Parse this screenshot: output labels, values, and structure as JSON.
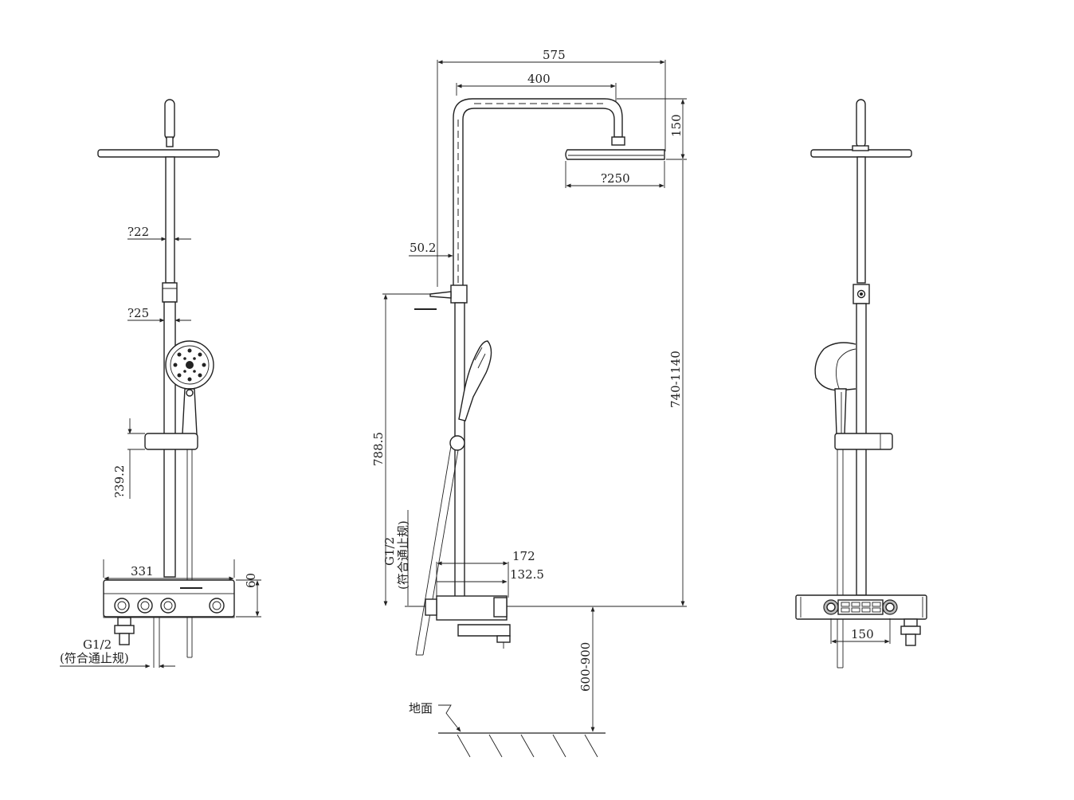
{
  "labels": {
    "front_dia_bar": "?22",
    "front_dia_pipe": "?25",
    "front_holder_height": "?39.2",
    "front_width": "331",
    "front_height": "60",
    "front_inlet_line1": "G1/2",
    "front_inlet_line2": "(符合通止规)",
    "side_total_width": "575",
    "side_arm_length": "400",
    "side_arm_drop": "150",
    "side_head_dia": "?250",
    "side_wall_offset": "50.2",
    "side_height_range": "740-1140",
    "side_height": "788.5",
    "side_inlet_line1": "G1/2",
    "side_inlet_line2": "(符合通止规)",
    "side_spout_172": "172",
    "side_spout_132": "132.5",
    "side_floor_range": "600-900",
    "side_floor_label": "地面",
    "back_width": "150"
  }
}
